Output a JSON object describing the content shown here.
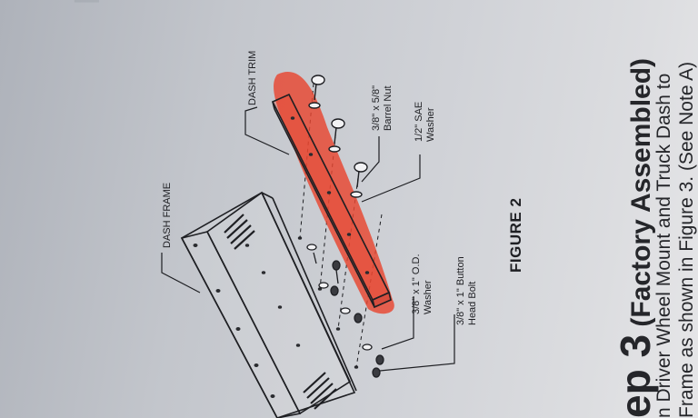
{
  "diagram": {
    "labels": {
      "dash_frame": "DASH FRAME",
      "dash_trim": "DASH TRIM",
      "barrel_nut": [
        "3/8\" x 5/8\"",
        "Barrel Nut"
      ],
      "sae_washer": [
        "1/2\" SAE",
        "Washer"
      ],
      "od_washer": [
        "3/8\" x 1\" O.D.",
        "Washer"
      ],
      "button_bolt": [
        "3/8\" x 1\" Button",
        "Head Bolt"
      ]
    },
    "figure_caption": "FIGURE 2",
    "colors": {
      "highlight": "#e8452f",
      "ink": "#1e1f23"
    }
  },
  "step": {
    "number_fragment": "ep 3",
    "subtitle": "(Factory Assembled)",
    "lines": [
      "n Driver Wheel Mount and Truck Dash to",
      "Frame as shown in Figure 3. (See Note A)"
    ]
  }
}
